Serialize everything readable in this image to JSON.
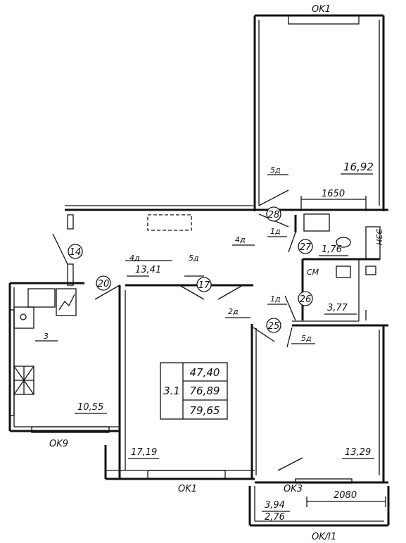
{
  "rooms": [
    {
      "id": "room-living",
      "area": "17,19"
    },
    {
      "id": "room-bedroom-top",
      "area": "16,92"
    },
    {
      "id": "room-bedroom-bottom",
      "area": "13,29"
    },
    {
      "id": "room-kitchen",
      "area": "10,55"
    },
    {
      "id": "room-hall",
      "area": "13,41"
    },
    {
      "id": "room-bath",
      "area": "3,77"
    },
    {
      "id": "room-wc",
      "area": "1,76"
    },
    {
      "id": "room-loggia",
      "area": "3,94",
      "reduced": "2,76"
    }
  ],
  "summary": {
    "code": "3.1",
    "living_area": "47,40",
    "total_area": "76,89",
    "total_with_loggia": "79,65"
  },
  "windows": [
    "OK1",
    "OK1",
    "OK9",
    "OK3",
    "OK/I1"
  ],
  "dimensions": [
    "1650",
    "2080"
  ],
  "door_labels": [
    "5д",
    "4д",
    "1д",
    "4д",
    "5д",
    "2д",
    "1д",
    "5д"
  ],
  "markers": [
    "28",
    "27",
    "14",
    "20",
    "17",
    "26",
    "25"
  ],
  "kitchen_label": "3",
  "bath_label": "СМ",
  "vent_label": "ЭЗН"
}
